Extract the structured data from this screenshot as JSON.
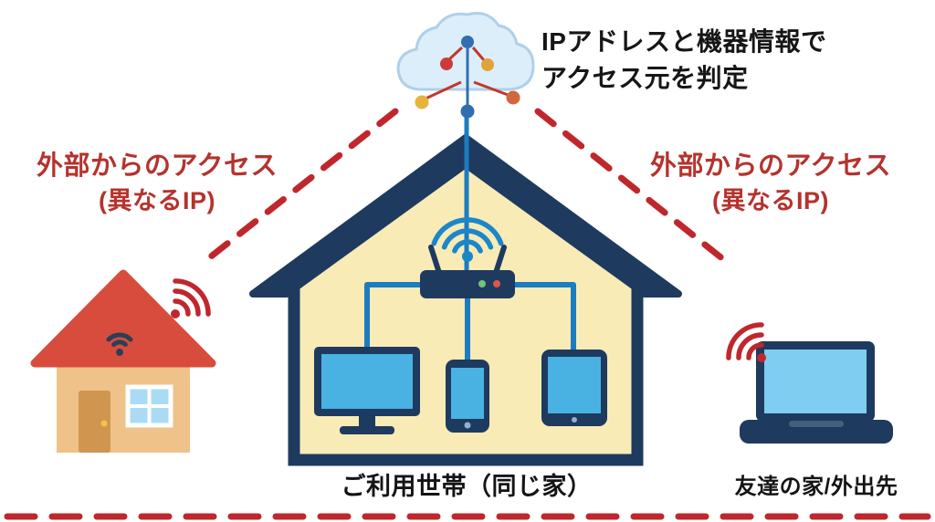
{
  "annotations": {
    "cloud": {
      "line1": "IPアドレスと機器情報で",
      "line2": "アクセス元を判定"
    },
    "access_left": {
      "line1": "外部からのアクセス",
      "line2": "(異なるIP)"
    },
    "access_right": {
      "line1": "外部からのアクセス",
      "line2": "(異なるIP)"
    },
    "household_label": "ご利用世帯（同じ家）",
    "external_label": "友達の家/外出先"
  },
  "icons": {
    "internet": "cloud-network-icon",
    "router": "router-icon",
    "router_signal": "wifi-signal-icon",
    "home_devices": [
      "monitor-icon",
      "smartphone-icon",
      "tablet-icon"
    ],
    "neighbor_house": "small-house-icon",
    "neighbor_signal": "wifi-signal-left-icon",
    "external_laptop": "laptop-icon",
    "external_signal": "wifi-signal-right-icon"
  },
  "colors": {
    "accent_red": "#c0272d",
    "navy": "#1e3a5f",
    "link_blue": "#1c7cc0",
    "screen_blue": "#49b2e2",
    "house_wall_fill": "#f8ebb6",
    "small_house_wall": "#efc28a",
    "small_house_roof": "#d84c3d",
    "cloud_fill": "#ddeefb"
  }
}
